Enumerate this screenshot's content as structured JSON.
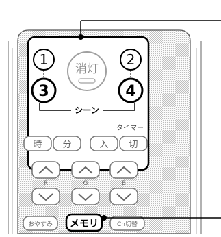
{
  "remote": {
    "scene_buttons": {
      "btn1": "1",
      "btn2": "2",
      "btn3": "3",
      "btn4": "4",
      "off_label": "消灯",
      "scene_label": "シーン"
    },
    "timer_label": "タイマー",
    "time_buttons": {
      "hour": "時",
      "minute": "分"
    },
    "timer_buttons": {
      "on": "入",
      "off": "切"
    },
    "arrow_groups": [
      "R",
      "G",
      "B"
    ],
    "bottom_buttons": {
      "left": "おやすみ",
      "memory": "メモリ",
      "right": "Ch切替"
    }
  }
}
